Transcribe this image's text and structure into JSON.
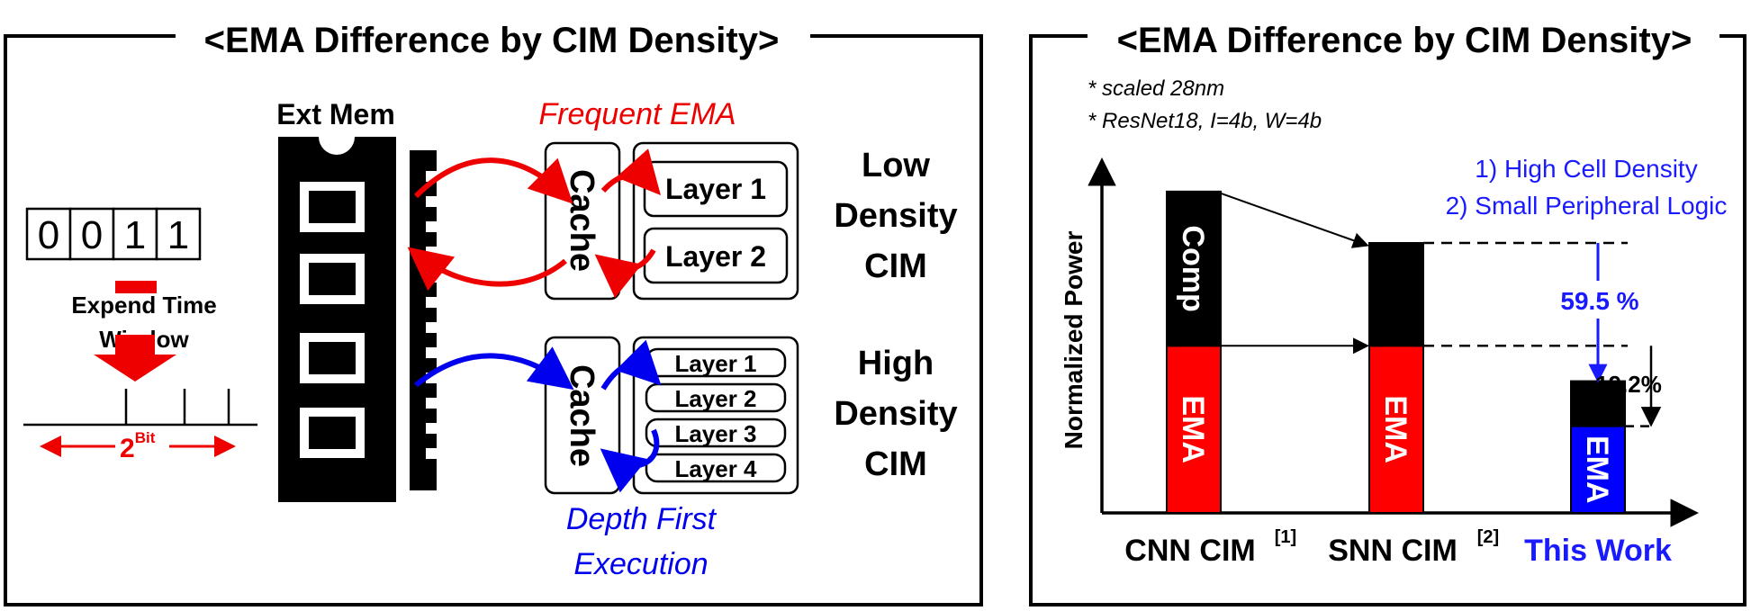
{
  "left_panel": {
    "title": "<EMA Difference by CIM Density>",
    "ext_mem_label": "Ext Mem",
    "frequent_ema_label": "Frequent EMA",
    "depth_first_line1": "Depth First",
    "depth_first_line2": "Execution",
    "bits": [
      "0",
      "0",
      "1",
      "1"
    ],
    "expend_line1": "Expend Time",
    "expend_line2": "Window",
    "two_label": "2",
    "bit_superscript": "Bit",
    "low_density": {
      "cache_label": "Cache",
      "layers": [
        "Layer 1",
        "Layer 2"
      ],
      "label_lines": [
        "Low",
        "Density",
        "CIM"
      ]
    },
    "high_density": {
      "cache_label": "Cache",
      "layers": [
        "Layer 1",
        "Layer 2",
        "Layer 3",
        "Layer 4"
      ],
      "label_lines": [
        "High",
        "Density",
        "CIM"
      ]
    }
  },
  "right_panel": {
    "title": "<EMA Difference by CIM Density>",
    "note1": "* scaled 28nm",
    "note2": "* ResNet18, I=4b, W=4b",
    "colors": {
      "ema": "#ff0000",
      "ema_this_work": "#0000ff",
      "comp": "#000000",
      "annotation": "#1a1aff"
    },
    "chart_data": {
      "type": "bar",
      "stacked": true,
      "categories": [
        "CNN CIM",
        "SNN CIM",
        "This Work"
      ],
      "category_refs": [
        "[1]",
        "[2]",
        ""
      ],
      "series": [
        {
          "name": "EMA",
          "values": [
            0.52,
            0.52,
            0.27
          ]
        },
        {
          "name": "Comp",
          "values": [
            0.48,
            0.32,
            0.14
          ]
        }
      ],
      "ylabel": "Normalized Power",
      "ylim": [
        0,
        1.05
      ],
      "annotations": [
        "1) High Cell Density",
        "2) Small Peripheral Logic",
        "59.5 %",
        "19.2%"
      ]
    }
  }
}
